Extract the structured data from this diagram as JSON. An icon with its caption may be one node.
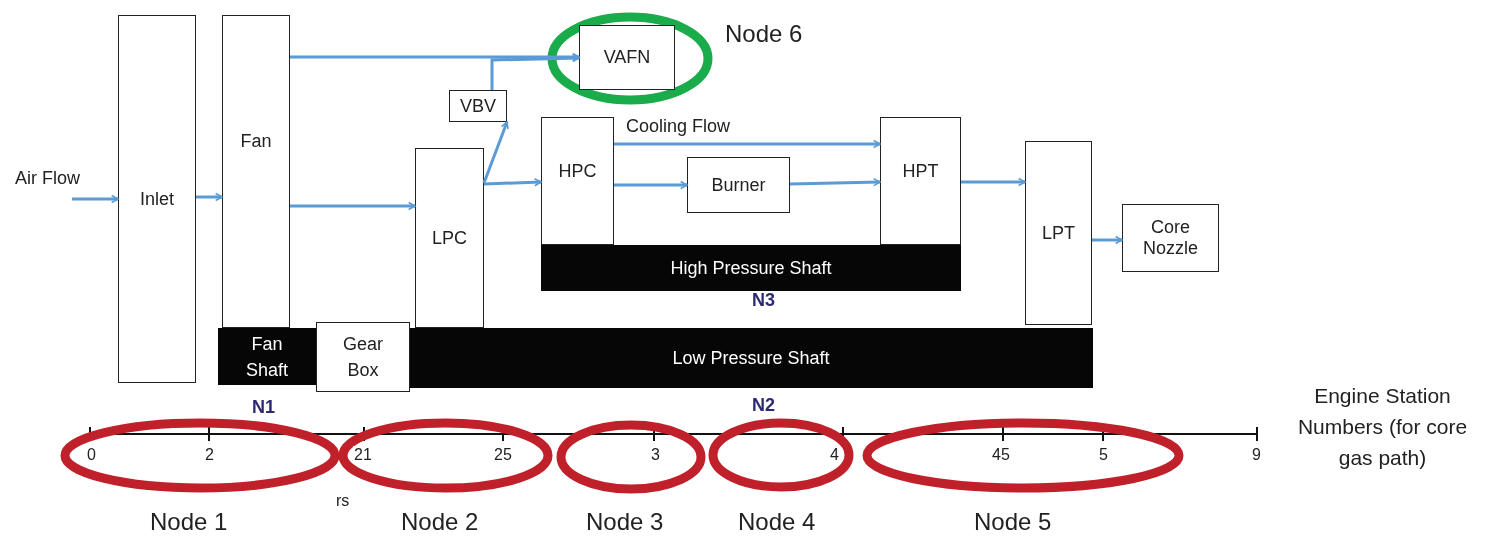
{
  "diagram": {
    "nodes": [
      {
        "text": [
          "Inlet"
        ]
      },
      {
        "text": [
          "Fan"
        ]
      },
      {
        "text": [
          "Node 6"
        ]
      },
      {
        "text": [
          "VAFN"
        ],
        "in": 2
      },
      {
        "text": [
          "VBV"
        ]
      },
      {
        "text": [
          "LPC"
        ]
      },
      {
        "text": [
          "HPC"
        ]
      },
      {
        "text": [
          "Burner"
        ]
      },
      {
        "text": [
          "HPT"
        ]
      },
      {
        "text": [
          "LPT"
        ]
      },
      {
        "text": [
          "Core Nozzle"
        ]
      },
      {
        "text": [
          "High Pressure Shaft"
        ]
      },
      {
        "text": [
          "Fan Shaft"
        ]
      },
      {
        "text": [
          "Gear Box"
        ]
      },
      {
        "text": [
          "Low Pressure Shaft"
        ]
      },
      {
        "text": [
          "Node 1"
        ]
      },
      {
        "text": [
          "Node 2"
        ]
      },
      {
        "text": [
          "Node 3"
        ]
      },
      {
        "text": [
          "Node 4"
        ]
      },
      {
        "text": [
          "Node 5"
        ]
      }
    ],
    "edges": [
      {
        "from": null,
        "to": 0,
        "arrow": "to",
        "label": "Air Flow"
      },
      {
        "from": 0,
        "to": 1,
        "arrow": "to"
      },
      {
        "from": 1,
        "to": 3,
        "arrow": "to"
      },
      {
        "from": 1,
        "to": 5,
        "arrow": "to"
      },
      {
        "from": 5,
        "to": 6,
        "arrow": "to"
      },
      {
        "from": 5,
        "to": 4,
        "arrow": "to"
      },
      {
        "from": 4,
        "to": 3,
        "arrow": "to"
      },
      {
        "from": 6,
        "to": 8,
        "arrow": "to",
        "label": "Cooling Flow"
      },
      {
        "from": 6,
        "to": 7,
        "arrow": "to"
      },
      {
        "from": 7,
        "to": 8,
        "arrow": "to"
      },
      {
        "from": 8,
        "to": 9,
        "arrow": "to"
      },
      {
        "from": 9,
        "to": 10,
        "arrow": "to"
      }
    ],
    "labels": [
      "N3",
      "Engine Station Numbers (for core gas path)",
      "N1",
      "N2",
      "0",
      "2",
      "21",
      "25",
      "3",
      "4",
      "45",
      "5",
      "9",
      "rs"
    ]
  }
}
